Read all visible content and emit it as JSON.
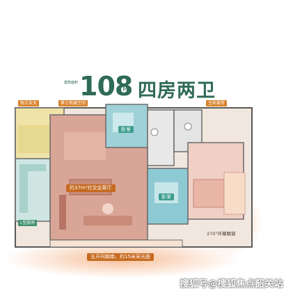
{
  "header": {
    "tag": "建筑面积",
    "area": "108",
    "unit": "M²",
    "layout": "四房两卫"
  },
  "labels": {
    "independent_entry": "独立玄关",
    "third_bedroom_space": "第三拓展空间",
    "master_suite": "主卧套房",
    "l_kitchen": "L型厨房"
  },
  "rooms": {
    "bedroom_a": "卧室",
    "bedroom_b": "卧室"
  },
  "callouts": {
    "social_hall": "约37m²社交会客厅",
    "sunlight": "五开间朝南，约15米采光面",
    "bay_window": "270°环幕飘窗"
  },
  "watermark": "搜狐号@搜狐焦点韶关站",
  "colors": {
    "brand_green": "#2f6b57",
    "accent_orange": "#d9822b",
    "teal_room": "#7fc1c9"
  }
}
